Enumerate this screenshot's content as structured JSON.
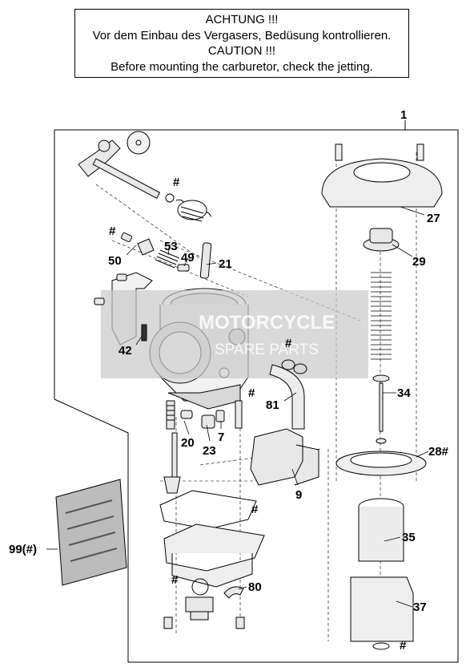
{
  "notice": {
    "line1": "ACHTUNG !!!",
    "line2": "Vor dem Einbau des Vergasers, Bedüsung kontrollieren.",
    "line3": "CAUTION !!!",
    "line4": "Before mounting the carburetor, check the jetting."
  },
  "callouts": {
    "c1": "1",
    "c27": "27",
    "c29": "29",
    "c34": "34",
    "c28": "28#",
    "c35": "35",
    "c37": "37",
    "c9": "9",
    "c81": "81",
    "c80": "80",
    "c20": "20",
    "c23": "23",
    "c7": "7",
    "c42": "42",
    "c50": "50",
    "c53": "53",
    "c49": "49",
    "c21": "21",
    "c99": "99(#)",
    "hash": "#"
  },
  "watermark": {
    "line1": "MOTORCYCLE",
    "line2": "SPARE PARTS"
  },
  "colors": {
    "watermark_band": "#c9c9c9",
    "line": "#000000",
    "part_fill": "#e8e8e8"
  }
}
